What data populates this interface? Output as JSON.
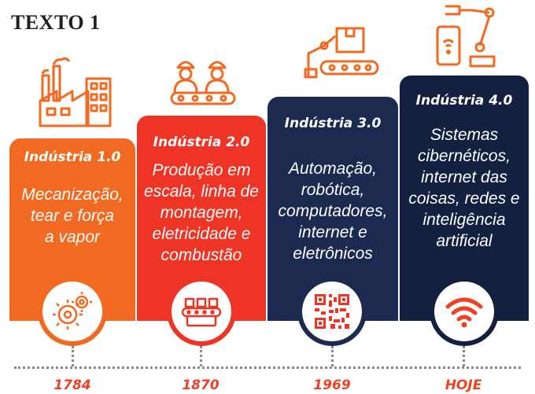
{
  "heading": "TEXTO 1",
  "colors": {
    "orange": "#f26a21",
    "red": "#ee3424",
    "navy": "#1c2a4f",
    "dark": "#13203f",
    "timeline": "#8a8a8a",
    "year": "#ef4123"
  },
  "cards": [
    {
      "title": "Indústria 1.0",
      "lines": [
        "Mecanização,",
        "tear e força",
        "a vapor"
      ],
      "year": "1784",
      "top_icon": "factory-icon",
      "circle_icon": "gears-icon"
    },
    {
      "title": "Indústria 2.0",
      "lines": [
        "Produção em",
        "escala, linha de",
        "montagem,",
        "eletricidade e",
        "combustão"
      ],
      "year": "1870",
      "top_icon": "workers-assembly-icon",
      "circle_icon": "conveyor-icon"
    },
    {
      "title": "Indústria 3.0",
      "lines": [
        "Automação,",
        "robótica,",
        "computadores,",
        "internet e",
        "eletrônicos"
      ],
      "year": "1969",
      "top_icon": "robot-arm-conveyor-icon",
      "circle_icon": "qr-code-icon"
    },
    {
      "title": "Indústria 4.0",
      "lines": [
        "Sistemas",
        "cibernéticos,",
        "internet das",
        "coisas, redes e",
        "inteligência",
        "artificial"
      ],
      "year": "HOJE",
      "top_icon": "smart-robot-arm-icon",
      "circle_icon": "wifi-icon"
    }
  ]
}
